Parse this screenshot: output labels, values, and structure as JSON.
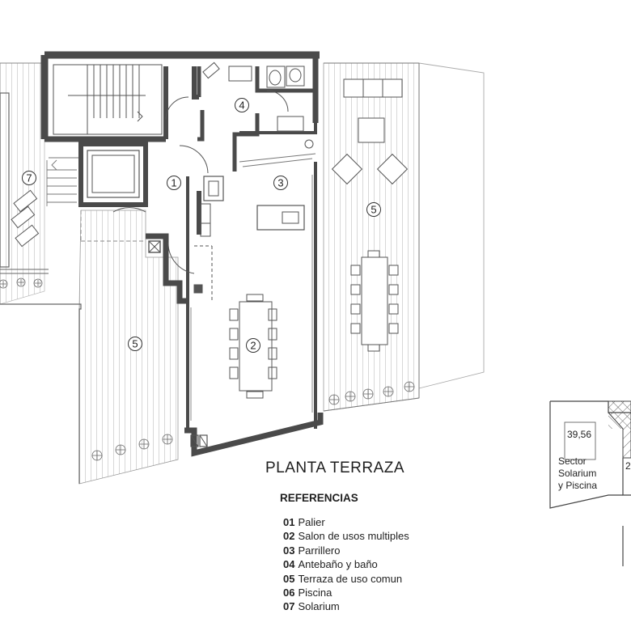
{
  "title": "PLANTA TERRAZA",
  "references_title": "REFERENCIAS",
  "references": [
    {
      "code": "01",
      "label": "Palier"
    },
    {
      "code": "02",
      "label": "Salon de usos multiples"
    },
    {
      "code": "03",
      "label": "Parrillero"
    },
    {
      "code": "04",
      "label": "Antebaño y baño"
    },
    {
      "code": "05",
      "label": "Terraza de uso comun"
    },
    {
      "code": "06",
      "label": "Piscina"
    },
    {
      "code": "07",
      "label": "Solarium"
    }
  ],
  "room_labels": {
    "r1": "1",
    "r2": "2",
    "r3": "3",
    "r4": "4",
    "r5a": "5",
    "r5b": "5",
    "r7": "7"
  },
  "inset": {
    "area": "39,56",
    "line1": "Sector",
    "line2": "Solarium",
    "line3": "y Piscina",
    "edge_mark": "2"
  },
  "colors": {
    "wall": "#5a5a5a",
    "line": "#8a8a8a",
    "deck": "#c8c8c8"
  }
}
